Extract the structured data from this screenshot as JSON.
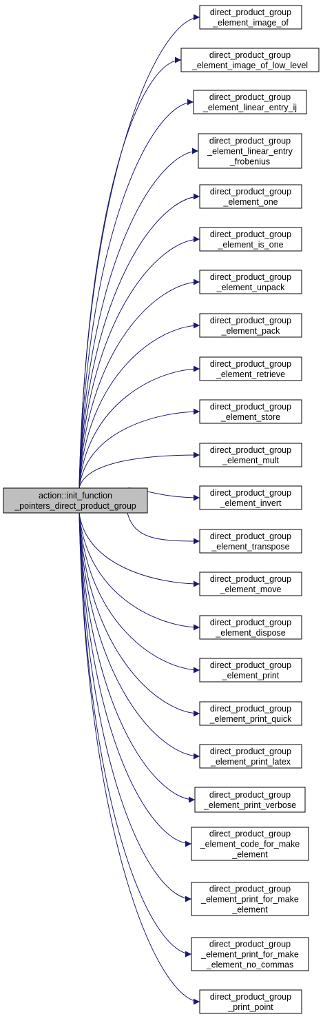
{
  "graph": {
    "edge_color": "#191970",
    "root_fill": "#bfbfbf",
    "node_fill": "#ffffff",
    "node_stroke": "#000000",
    "root": {
      "lines": [
        "action::init_function",
        "_pointers_direct_product_group"
      ]
    },
    "targets": [
      {
        "lines": [
          "direct_product_group",
          "_element_image_of"
        ]
      },
      {
        "lines": [
          "direct_product_group",
          "_element_image_of_low_level"
        ]
      },
      {
        "lines": [
          "direct_product_group",
          "_element_linear_entry_ij"
        ]
      },
      {
        "lines": [
          "direct_product_group",
          "_element_linear_entry",
          "_frobenius"
        ]
      },
      {
        "lines": [
          "direct_product_group",
          "_element_one"
        ]
      },
      {
        "lines": [
          "direct_product_group",
          "_element_is_one"
        ]
      },
      {
        "lines": [
          "direct_product_group",
          "_element_unpack"
        ]
      },
      {
        "lines": [
          "direct_product_group",
          "_element_pack"
        ]
      },
      {
        "lines": [
          "direct_product_group",
          "_element_retrieve"
        ]
      },
      {
        "lines": [
          "direct_product_group",
          "_element_store"
        ]
      },
      {
        "lines": [
          "direct_product_group",
          "_element_mult"
        ]
      },
      {
        "lines": [
          "direct_product_group",
          "_element_invert"
        ]
      },
      {
        "lines": [
          "direct_product_group",
          "_element_transpose"
        ]
      },
      {
        "lines": [
          "direct_product_group",
          "_element_move"
        ]
      },
      {
        "lines": [
          "direct_product_group",
          "_element_dispose"
        ]
      },
      {
        "lines": [
          "direct_product_group",
          "_element_print"
        ]
      },
      {
        "lines": [
          "direct_product_group",
          "_element_print_quick"
        ]
      },
      {
        "lines": [
          "direct_product_group",
          "_element_print_latex"
        ]
      },
      {
        "lines": [
          "direct_product_group",
          "_element_print_verbose"
        ]
      },
      {
        "lines": [
          "direct_product_group",
          "_element_code_for_make",
          "_element"
        ]
      },
      {
        "lines": [
          "direct_product_group",
          "_element_print_for_make",
          "_element"
        ]
      },
      {
        "lines": [
          "direct_product_group",
          "_element_print_for_make",
          "_element_no_commas"
        ]
      },
      {
        "lines": [
          "direct_product_group",
          "_print_point"
        ]
      }
    ]
  }
}
